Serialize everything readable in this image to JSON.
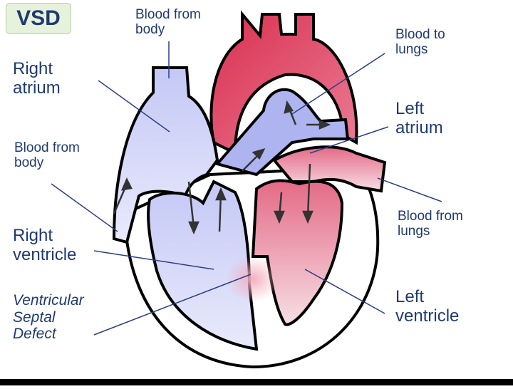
{
  "badge": "VSD",
  "labels": {
    "blood_from_body_top": [
      "Blood from",
      "body"
    ],
    "right_atrium": [
      "Right",
      "atrium"
    ],
    "blood_from_body_left": [
      "Blood from",
      "body"
    ],
    "right_ventricle": [
      "Right",
      "ventricle"
    ],
    "vsd": [
      "Ventricular",
      "Septal",
      "Defect"
    ],
    "blood_to_lungs": [
      "Blood to",
      "lungs"
    ],
    "left_atrium": [
      "Left",
      "atrium"
    ],
    "blood_from_lungs": [
      "Blood from",
      "lungs"
    ],
    "left_ventricle": [
      "Left",
      "ventricle"
    ]
  },
  "colors": {
    "deoxygenated": "#c9cdf6",
    "oxygenated": "#e46a86",
    "outline": "#000000",
    "label_text": "#1f3a70",
    "leader_line": "#2b3f86",
    "badge_bg": "#e6f2dc"
  }
}
